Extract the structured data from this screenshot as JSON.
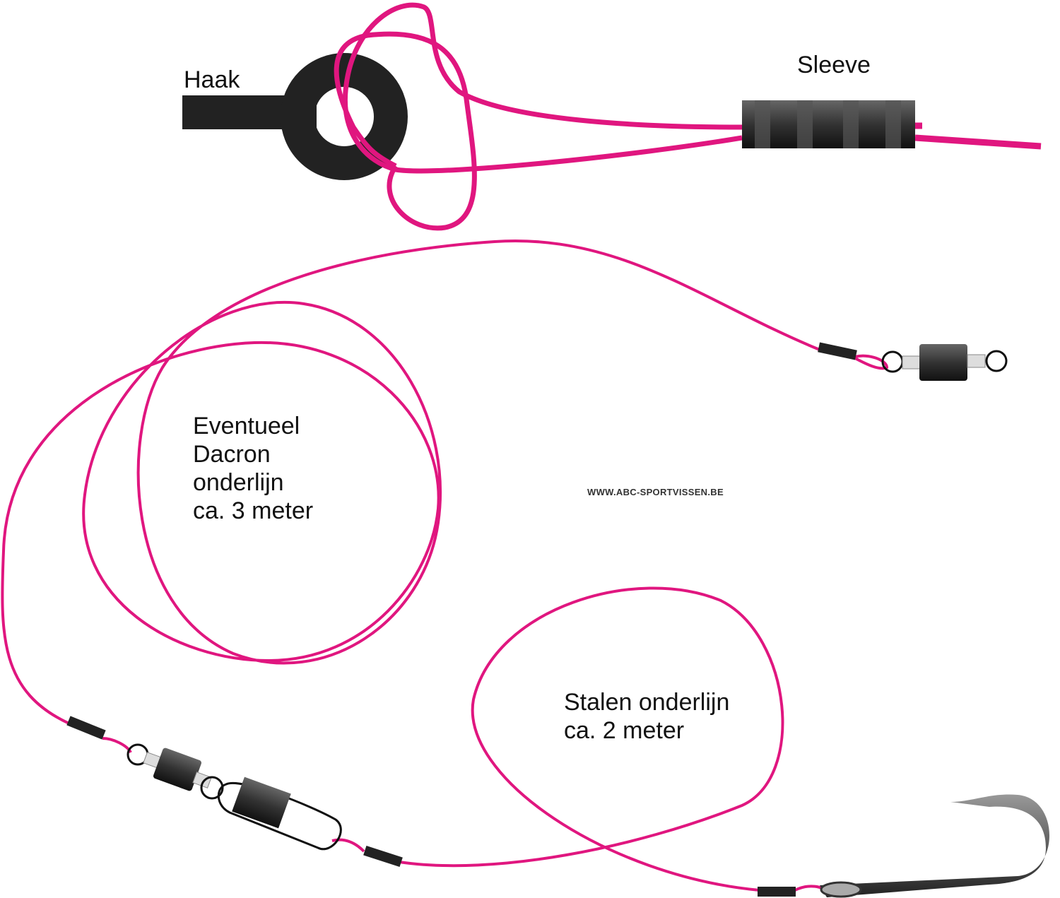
{
  "labels": {
    "hook": "Haak",
    "sleeve": "Sleeve",
    "dacron": [
      "Eventueel",
      "Dacron",
      "onderlijn",
      "ca. 3 meter"
    ],
    "steel": [
      "Stalen onderlijn",
      "ca. 2 meter"
    ],
    "watermark": "WWW.ABC-SPORTVISSEN.BE"
  },
  "colors": {
    "line": "#e0167f",
    "metal": "#222222"
  }
}
